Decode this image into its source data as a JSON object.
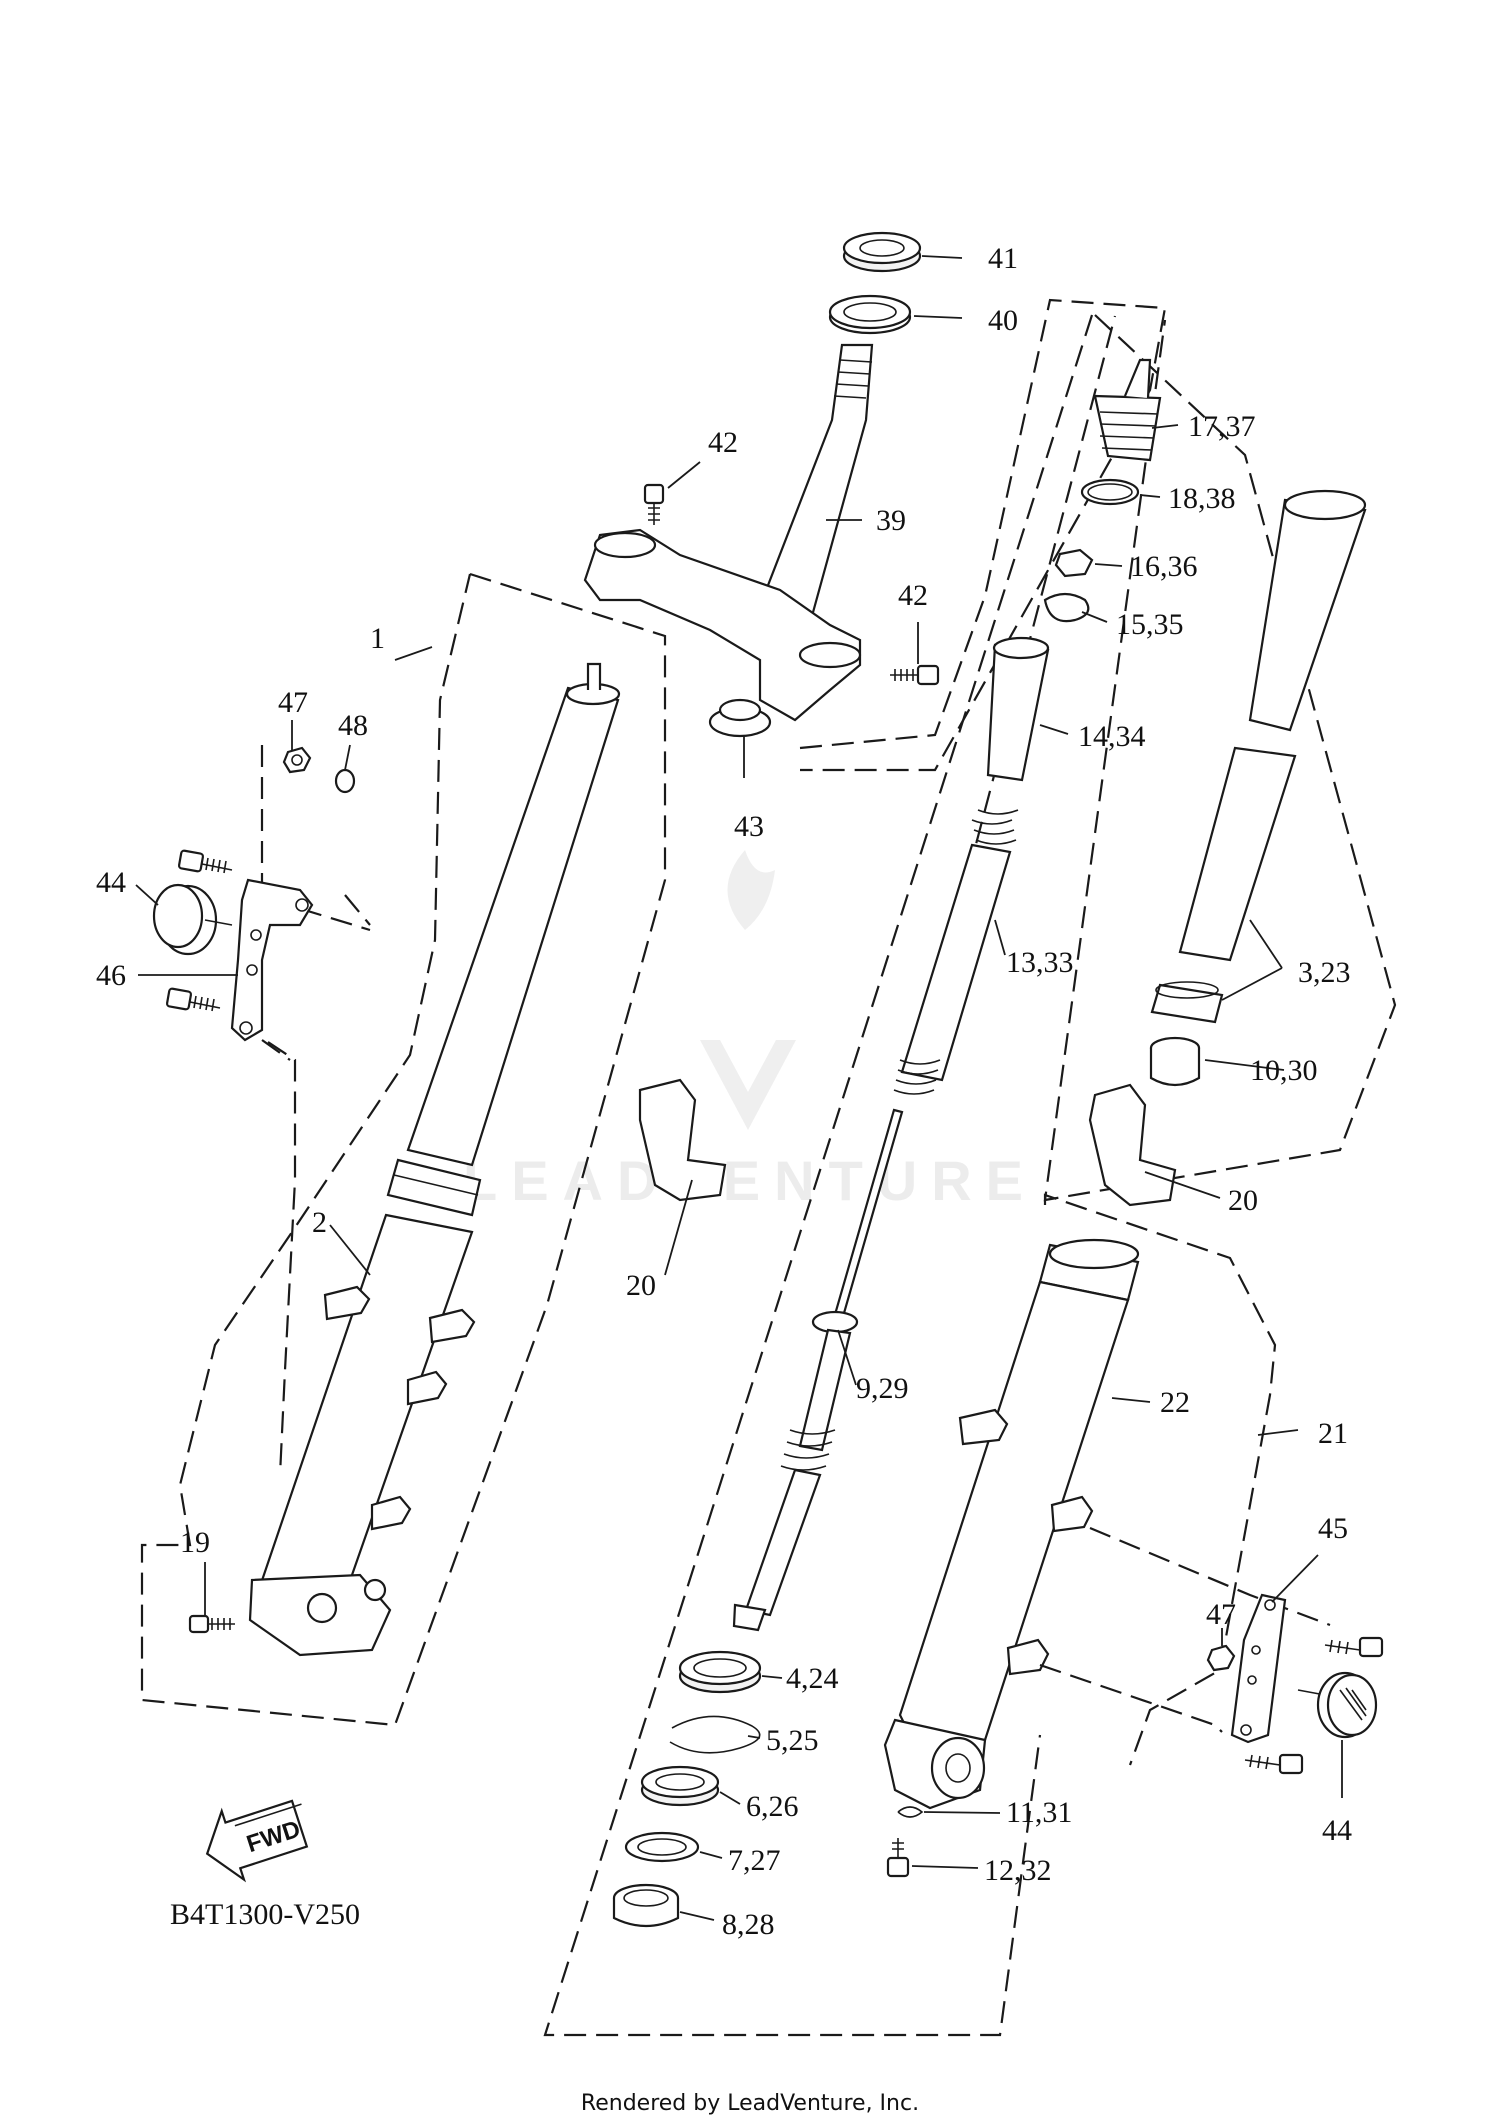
{
  "diagram_code": "B4T1300-V250",
  "footer_text": "Rendered by LeadVenture, Inc.",
  "watermark_text": "LEADVENTURE",
  "fwd_label": "FWD",
  "callouts": {
    "c1": "1",
    "c2": "2",
    "c19": "19",
    "c44l": "44",
    "c46": "46",
    "c47l": "47",
    "c48": "48",
    "c41": "41",
    "c40": "40",
    "c42a": "42",
    "c39": "39",
    "c42b": "42",
    "c43": "43",
    "c20a": "20",
    "c9_29": "9,29",
    "c13_33": "13,33",
    "c14_34": "14,34",
    "c4_24": "4,24",
    "c5_25": "5,25",
    "c6_26": "6,26",
    "c7_27": "7,27",
    "c8_28": "8,28",
    "c17_37": "17,37",
    "c18_38": "18,38",
    "c16_36": "16,36",
    "c15_35": "15,35",
    "c3_23": "3,23",
    "c10_30": "10,30",
    "c20b": "20",
    "c22": "22",
    "c21": "21",
    "c45": "45",
    "c47r": "47",
    "c44r": "44",
    "c11_31": "11,31",
    "c12_32": "12,32"
  }
}
